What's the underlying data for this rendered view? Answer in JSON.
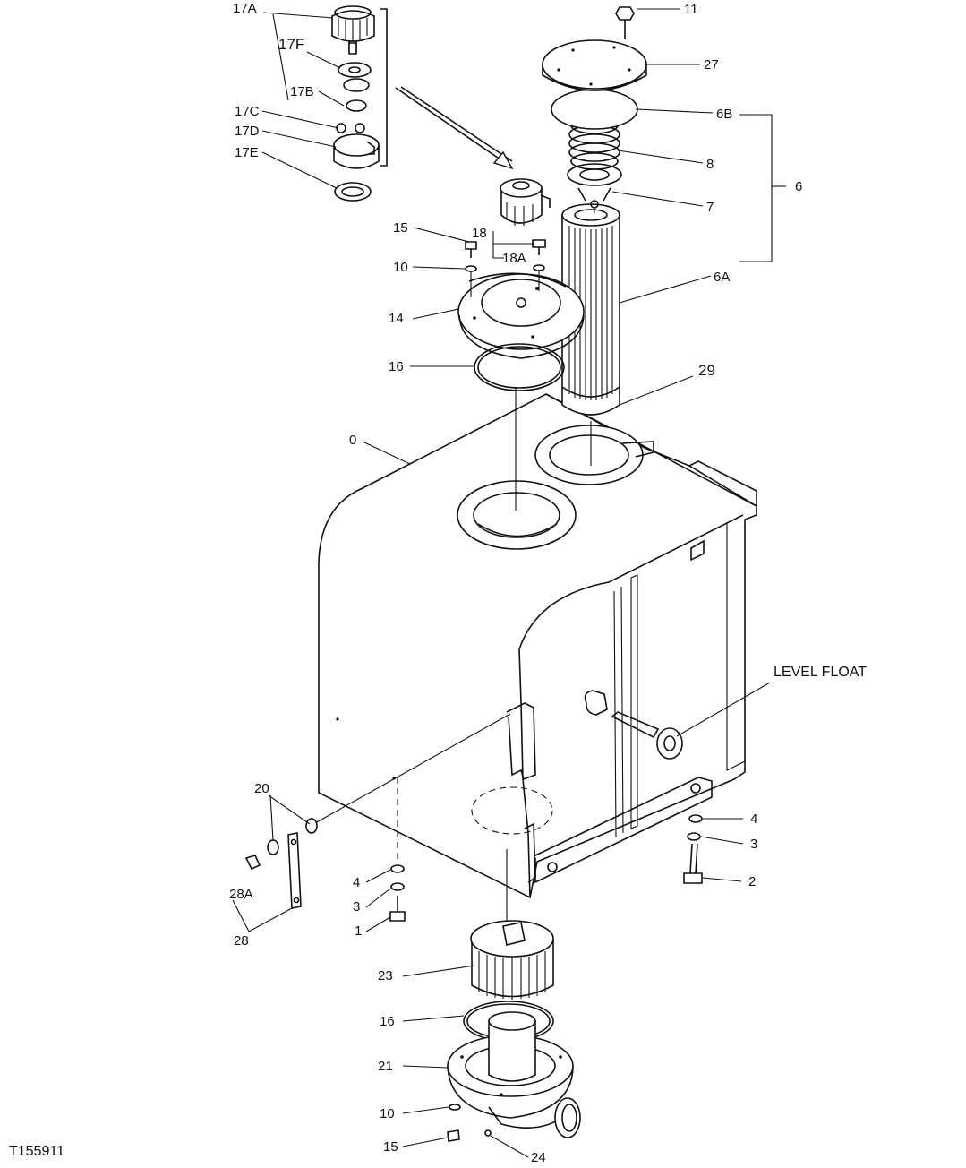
{
  "figure_id": "T155911",
  "callouts": {
    "c17A": "17A",
    "c17F": "17F",
    "c17B": "17B",
    "c17C": "17C",
    "c17D": "17D",
    "c17E": "17E",
    "c11": "11",
    "c27": "27",
    "c6B": "6B",
    "c8": "8",
    "c6": "6",
    "c7": "7",
    "c6A": "6A",
    "c15a": "15",
    "c18": "18",
    "c18A": "18A",
    "c10a": "10",
    "c14": "14",
    "c16a": "16",
    "c29": "29",
    "c0": "0",
    "level_float": "LEVEL FLOAT",
    "c20": "20",
    "c28A": "28A",
    "c28": "28",
    "c4a": "4",
    "c3a": "3",
    "c1": "1",
    "c4b": "4",
    "c3b": "3",
    "c2": "2",
    "c23": "23",
    "c16b": "16",
    "c21": "21",
    "c10b": "10",
    "c15b": "15",
    "c24": "24"
  }
}
